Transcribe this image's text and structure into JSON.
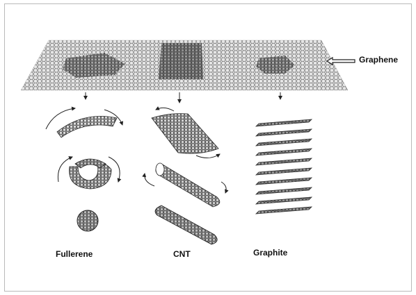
{
  "labels": {
    "graphene": "Graphene",
    "fullerene": "Fullerene",
    "cnt": "CNT",
    "graphite": "Graphite"
  },
  "colors": {
    "sheet_fill": "#e6e6e6",
    "lattice": "#666666",
    "dark_patch": "#8a8a8a",
    "ink": "#222222"
  },
  "graphite_layers": 10
}
